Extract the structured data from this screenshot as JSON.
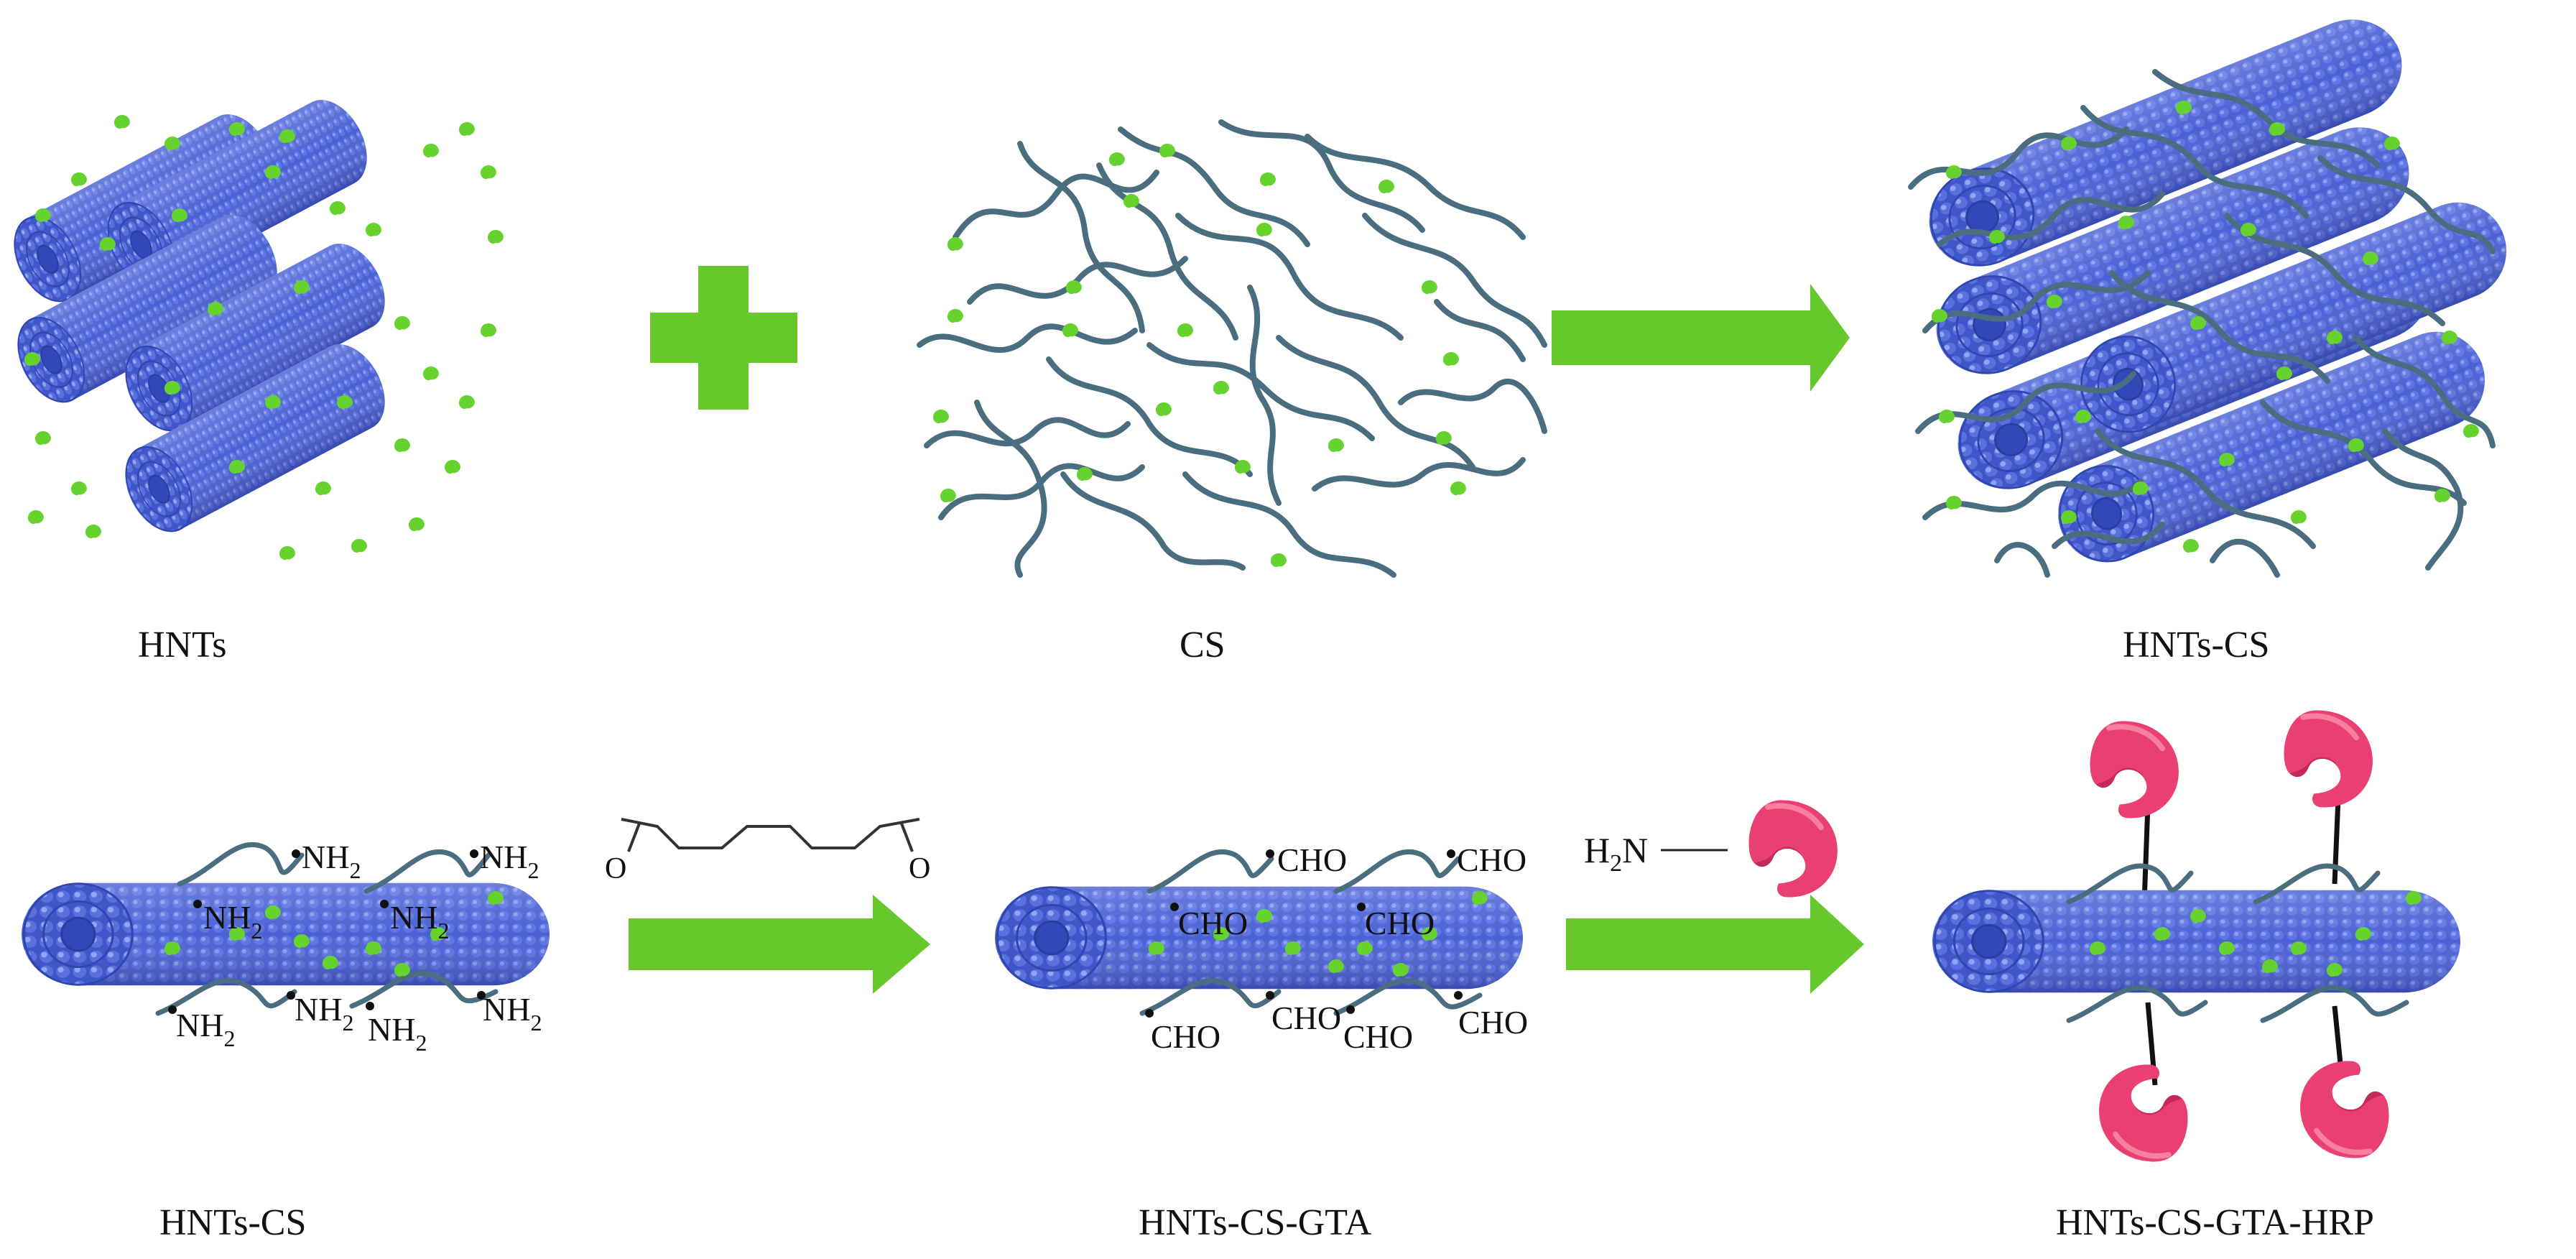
{
  "captions": {
    "hnts": "HNTs",
    "cs": "CS",
    "hnts_cs_top": "HNTs-CS",
    "hnts_cs_bottom": "HNTs-CS",
    "hnts_cs_gta": "HNTs-CS-GTA",
    "hnts_cs_gta_hrp": "HNTs-CS-GTA-HRP"
  },
  "groups": {
    "amine": "NH",
    "amine_sub": "2",
    "aldehyde": "CHO",
    "gta_oxygen": "O",
    "enzyme_amine_h": "H",
    "enzyme_amine_sub": "2",
    "enzyme_amine_n": "N"
  },
  "colors": {
    "nanotube": "#4a62d4",
    "nanotube_dark": "#3046b0",
    "nanotube_light": "#7e90ee",
    "green_accent": "#66d22e",
    "arrow_green": "#66c82a",
    "polymer_chain": "#4a6e80",
    "enzyme": "#ea3f72",
    "enzyme_dark": "#c42a58"
  }
}
